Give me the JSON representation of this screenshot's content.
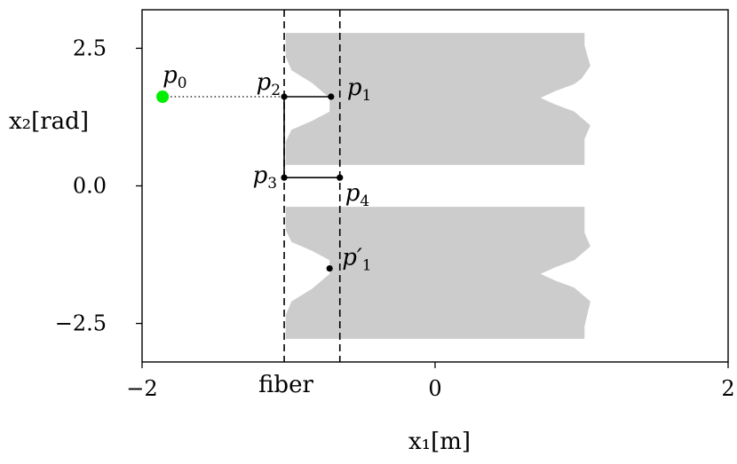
{
  "chart_data": {
    "type": "scatter",
    "xlabel": "x₁[m]",
    "ylabel": "x₂[rad]",
    "xlim": [
      -2.0,
      2.0
    ],
    "ylim": [
      -3.2,
      3.2
    ],
    "xticks": [
      {
        "value": -2,
        "label": "−2"
      },
      {
        "value": 0,
        "label": "0"
      },
      {
        "value": 2,
        "label": "2"
      }
    ],
    "yticks": [
      {
        "value": 2.5,
        "label": "2.5"
      },
      {
        "value": 0.0,
        "label": "0.0"
      },
      {
        "value": -2.5,
        "label": "−2.5"
      }
    ],
    "grid": false,
    "fiber_lines": [
      -1.03,
      -0.65
    ],
    "fiber_label": "fiber",
    "shaded_regions": [
      {
        "name": "upper",
        "points": [
          [
            -1.02,
            2.78
          ],
          [
            1.02,
            2.78
          ],
          [
            1.02,
            2.55
          ],
          [
            1.06,
            2.18
          ],
          [
            1.0,
            1.95
          ],
          [
            0.95,
            1.85
          ],
          [
            0.82,
            1.72
          ],
          [
            0.72,
            1.6
          ],
          [
            0.82,
            1.48
          ],
          [
            0.95,
            1.35
          ],
          [
            1.06,
            1.1
          ],
          [
            1.02,
            0.85
          ],
          [
            1.02,
            0.38
          ],
          [
            -1.02,
            0.38
          ],
          [
            -1.02,
            0.8
          ],
          [
            -0.98,
            1.02
          ],
          [
            -0.84,
            1.18
          ],
          [
            -0.72,
            1.35
          ],
          [
            -0.72,
            1.6
          ],
          [
            -0.84,
            1.87
          ],
          [
            -0.98,
            2.1
          ],
          [
            -1.02,
            2.35
          ]
        ]
      },
      {
        "name": "lower",
        "points": [
          [
            -1.02,
            -0.38
          ],
          [
            1.02,
            -0.38
          ],
          [
            1.02,
            -0.85
          ],
          [
            1.06,
            -1.1
          ],
          [
            0.95,
            -1.35
          ],
          [
            0.82,
            -1.48
          ],
          [
            0.72,
            -1.6
          ],
          [
            0.82,
            -1.72
          ],
          [
            0.95,
            -1.85
          ],
          [
            1.06,
            -2.1
          ],
          [
            1.02,
            -2.55
          ],
          [
            1.02,
            -2.78
          ],
          [
            -1.02,
            -2.78
          ],
          [
            -1.02,
            -2.35
          ],
          [
            -0.98,
            -2.1
          ],
          [
            -0.84,
            -1.87
          ],
          [
            -0.72,
            -1.6
          ],
          [
            -0.72,
            -1.35
          ],
          [
            -0.84,
            -1.18
          ],
          [
            -0.98,
            -1.02
          ],
          [
            -1.02,
            -0.8
          ]
        ]
      }
    ],
    "points": [
      {
        "name": "p0",
        "label": "p",
        "sub": "0",
        "x": -1.86,
        "y": 1.62,
        "color": "#00ee00",
        "big": true,
        "label_pos": "above"
      },
      {
        "name": "p1",
        "label": "p",
        "sub": "1",
        "x": -0.71,
        "y": 1.62,
        "color": "#000000",
        "label_pos": "right"
      },
      {
        "name": "p2",
        "label": "p",
        "sub": "2",
        "x": -1.03,
        "y": 1.62,
        "color": "#000000",
        "label_pos": "upper-left"
      },
      {
        "name": "p3",
        "label": "p",
        "sub": "3",
        "x": -1.03,
        "y": 0.15,
        "color": "#000000",
        "label_pos": "left"
      },
      {
        "name": "p4",
        "label": "p",
        "sub": "4",
        "x": -0.65,
        "y": 0.15,
        "color": "#000000",
        "label_pos": "below-right"
      },
      {
        "name": "p1-prime",
        "label": "p′",
        "sub": "1",
        "x": -0.72,
        "y": -1.5,
        "color": "#000000",
        "label_pos": "upper-right"
      }
    ],
    "paths": [
      {
        "name": "dotted-p0-p2",
        "style": "dotted",
        "points": [
          [
            -1.86,
            1.62
          ],
          [
            -1.03,
            1.62
          ]
        ]
      },
      {
        "name": "solid-path",
        "style": "solid",
        "points": [
          [
            -0.71,
            1.62
          ],
          [
            -1.03,
            1.62
          ],
          [
            -1.03,
            0.15
          ],
          [
            -0.65,
            0.15
          ]
        ]
      }
    ],
    "colors": {
      "region": "#cccccc",
      "axis": "#000000",
      "highlight": "#00ee00"
    }
  }
}
